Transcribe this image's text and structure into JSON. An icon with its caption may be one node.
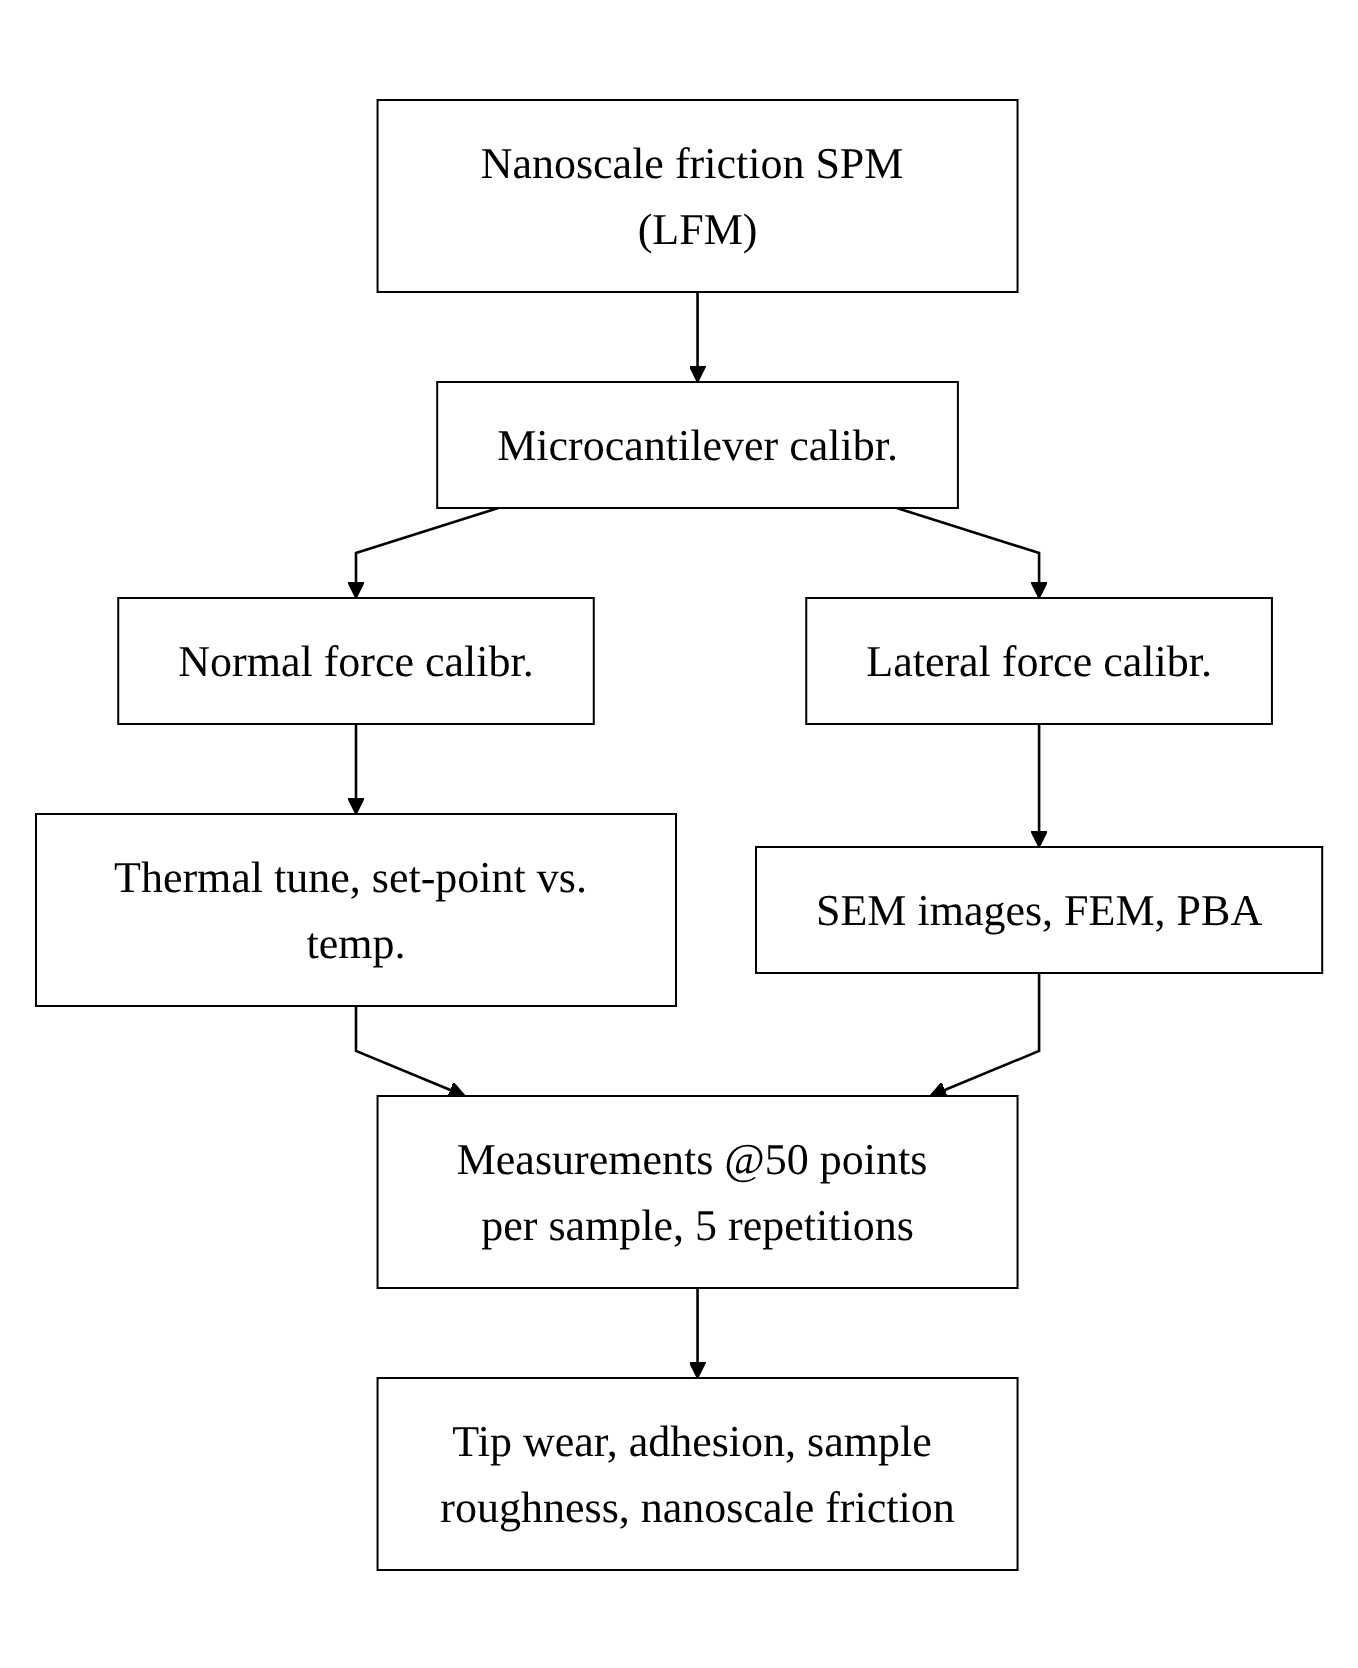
{
  "diagram": {
    "nodes": [
      {
        "text": [
          "Nanoscale friction SPM (LFM)"
        ]
      },
      {
        "text": [
          "Microcantilever calibr."
        ]
      },
      {
        "text": [
          "Normal force calibr."
        ]
      },
      {
        "text": [
          "Lateral force calibr."
        ]
      },
      {
        "text": [
          "Thermal tune, set-point vs. temp."
        ]
      },
      {
        "text": [
          "SEM images, FEM, PBA"
        ]
      },
      {
        "text": [
          "Measurements @50 points per sample, 5 repetitions"
        ]
      },
      {
        "text": [
          "Tip wear, adhesion, sample roughness, nanoscale friction"
        ]
      }
    ],
    "edges": [
      {
        "from": 0,
        "to": 1,
        "arrow": "to"
      },
      {
        "from": 1,
        "to": 2,
        "arrow": "to"
      },
      {
        "from": 1,
        "to": 3,
        "arrow": "to"
      },
      {
        "from": 2,
        "to": 4,
        "arrow": "to"
      },
      {
        "from": 3,
        "to": 5,
        "arrow": "to"
      },
      {
        "from": 4,
        "to": 6,
        "arrow": "to"
      },
      {
        "from": 5,
        "to": 6,
        "arrow": "to"
      },
      {
        "from": 6,
        "to": 7,
        "arrow": "to"
      }
    ]
  }
}
